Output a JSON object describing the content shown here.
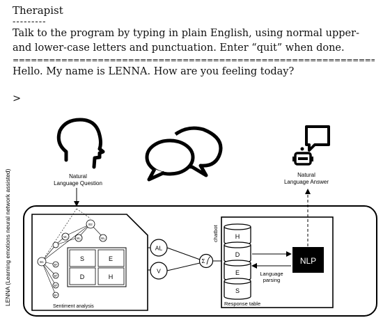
{
  "terminal": {
    "title": "Therapist",
    "dashes": "---------",
    "instructions_line1": "Talk to the program by typing in plain English, using normal upper-",
    "instructions_line2": "and lower-case letters and punctuation. Enter “quit” when done.",
    "separator": "==========================================================================================",
    "greeting": "Hello. My name is LENNA. How are you feeling today?",
    "prompt": ">"
  },
  "diagram": {
    "side_label": "LENNA (Learning emotions neural network assisted)",
    "question_line1": "Natural",
    "question_line2": "Language Question",
    "answer_line1": "Natural",
    "answer_line2": "Language Answer",
    "sentiment_caption": "Sentiment analysis",
    "grid": [
      "S",
      "E",
      "D",
      "H"
    ],
    "node_top": "B2",
    "node_left": "B1",
    "w_labels": [
      "W₁",
      "W₂",
      "W₃"
    ],
    "b_labels": [
      "B¹",
      "B²",
      "B³",
      "B⁴"
    ],
    "al_label": "AL",
    "v_label": "V",
    "sigma_label": "Σ",
    "chatbot_label": "chatbot",
    "db_labels": [
      "H",
      "D",
      "E",
      "S"
    ],
    "response_caption": "Response table",
    "nlp_label": "NLP",
    "parsing_line1": "Language",
    "parsing_line2": "parsing"
  }
}
